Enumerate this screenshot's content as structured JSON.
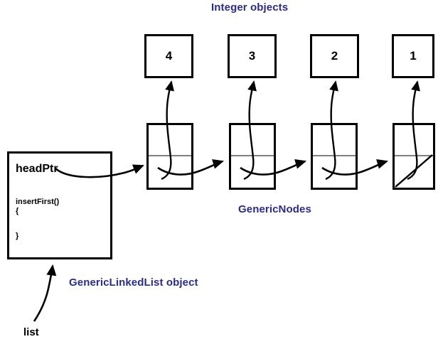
{
  "diagram": {
    "title": "Integer objects",
    "nodes_caption": "GenericNodes",
    "list_object_caption": "GenericLinkedList object",
    "variable_caption": "list",
    "colors": {
      "caption_blue": "#2b2b8c",
      "box_border": "#000000",
      "divider_gray": "#808080",
      "background": "#ffffff"
    }
  },
  "integer_objects": [
    {
      "value": "4"
    },
    {
      "value": "3"
    },
    {
      "value": "2"
    },
    {
      "value": "1"
    }
  ],
  "generic_nodes": [
    {
      "index": "1",
      "next_is_null": false
    },
    {
      "index": "2",
      "next_is_null": false
    },
    {
      "index": "3",
      "next_is_null": false
    },
    {
      "index": "4",
      "next_is_null": true
    }
  ],
  "list_panel": {
    "head_pointer_label": "headPtr",
    "method_name": "insertFirst()",
    "open_brace": "{",
    "close_brace": "}"
  }
}
